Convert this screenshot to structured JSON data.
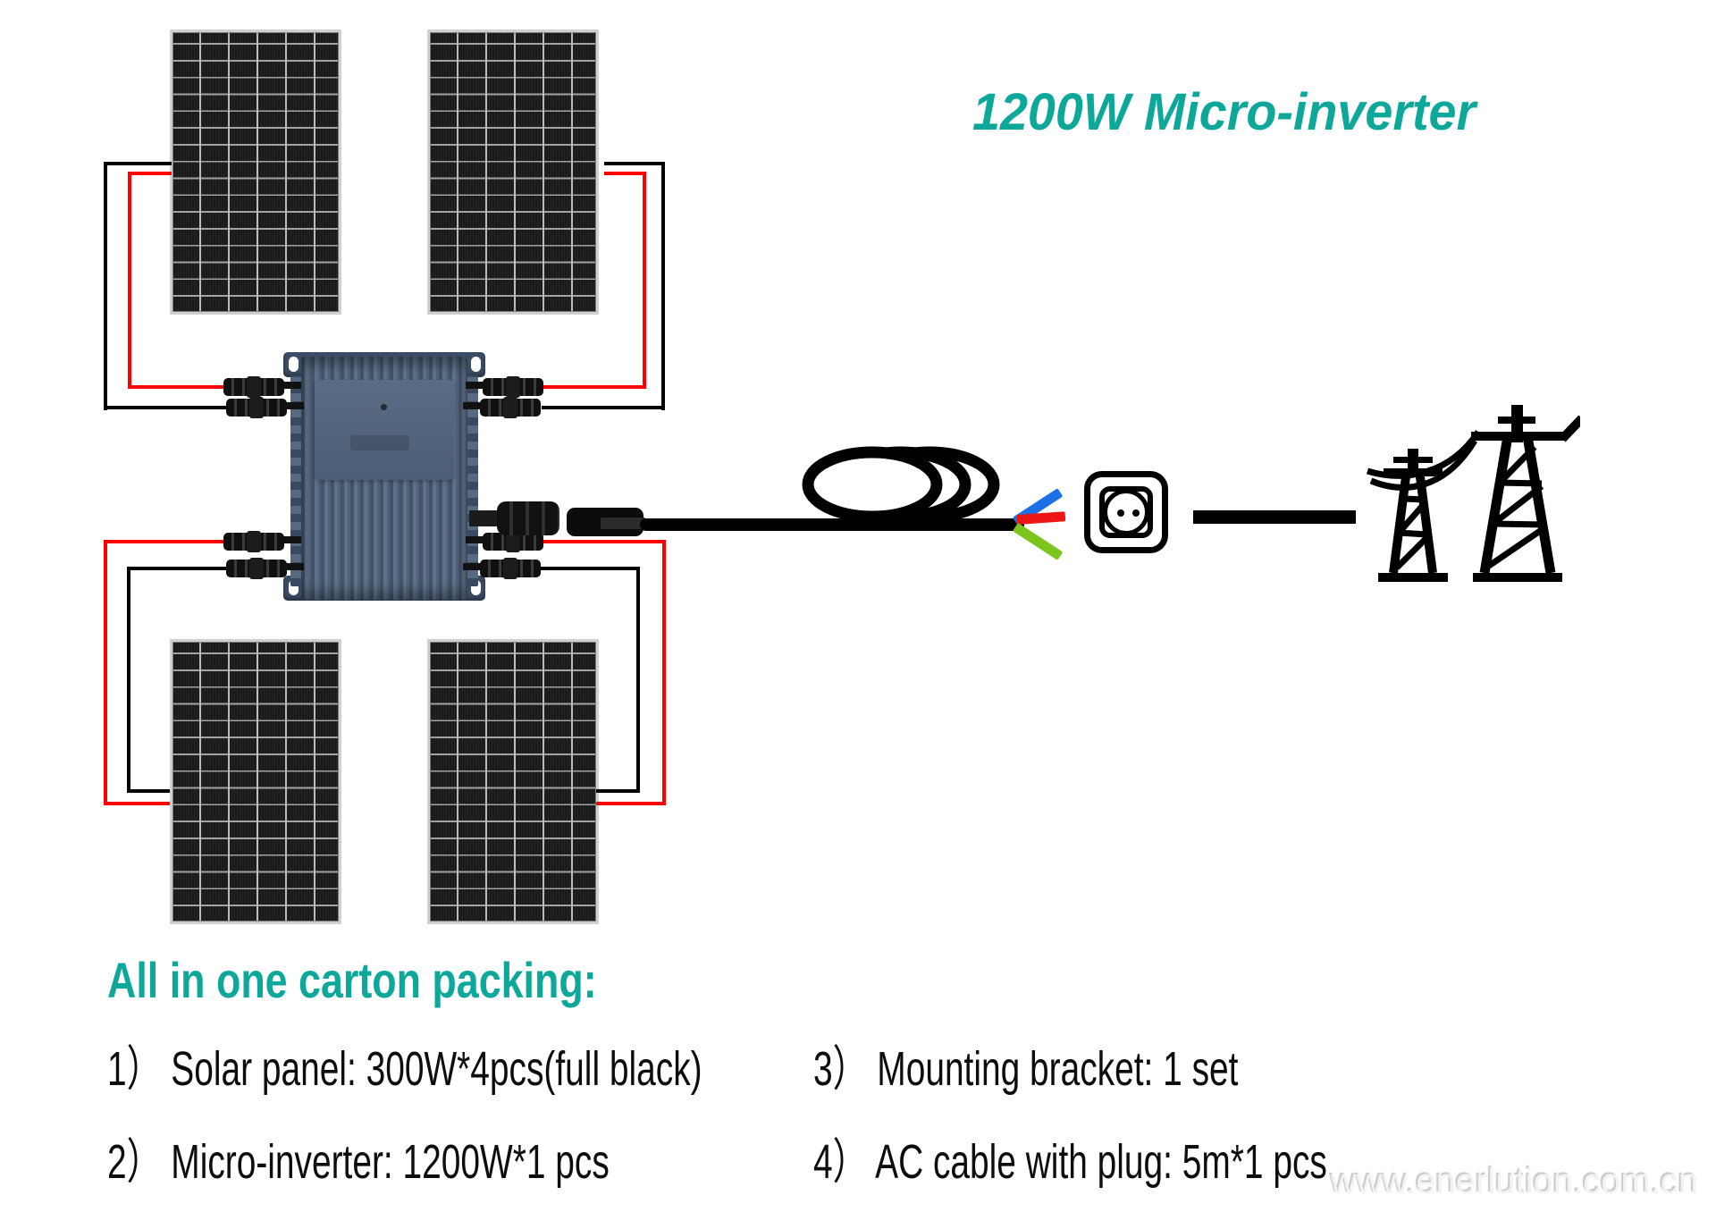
{
  "title": {
    "text": "1200W  Micro-inverter"
  },
  "packing": {
    "heading": "All in one carton packing:",
    "items": [
      "1） Solar panel: 300W*4pcs(full black)",
      "2） Micro-inverter: 1200W*1 pcs",
      "3） Mounting bracket: 1 set",
      "4） AC cable with plug: 5m*1 pcs"
    ]
  },
  "watermark": {
    "text": "www.enerlution.com.cn"
  },
  "colors": {
    "accent": "#0EA89A",
    "pos": "#FF0000",
    "neg": "#000000",
    "ac_live": "#1C6FE4",
    "ac_neutral": "#EE1515",
    "ac_earth": "#7CC51D"
  },
  "diagram": {
    "solar_panel_count": "4",
    "icons": [
      "solar-panel",
      "micro-inverter",
      "mc4-connector",
      "ac-cable-coil",
      "wall-socket-icon",
      "power-grid-towers-icon"
    ]
  }
}
